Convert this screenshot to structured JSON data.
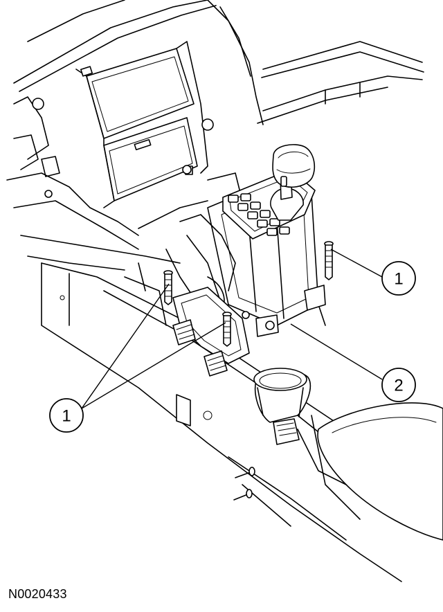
{
  "figure": {
    "reference_code": "N0020433"
  },
  "callouts": [
    {
      "id": "fastener-rear",
      "label": "1"
    },
    {
      "id": "shifter-assembly",
      "label": "2"
    },
    {
      "id": "fastener-front",
      "label": "1"
    }
  ]
}
